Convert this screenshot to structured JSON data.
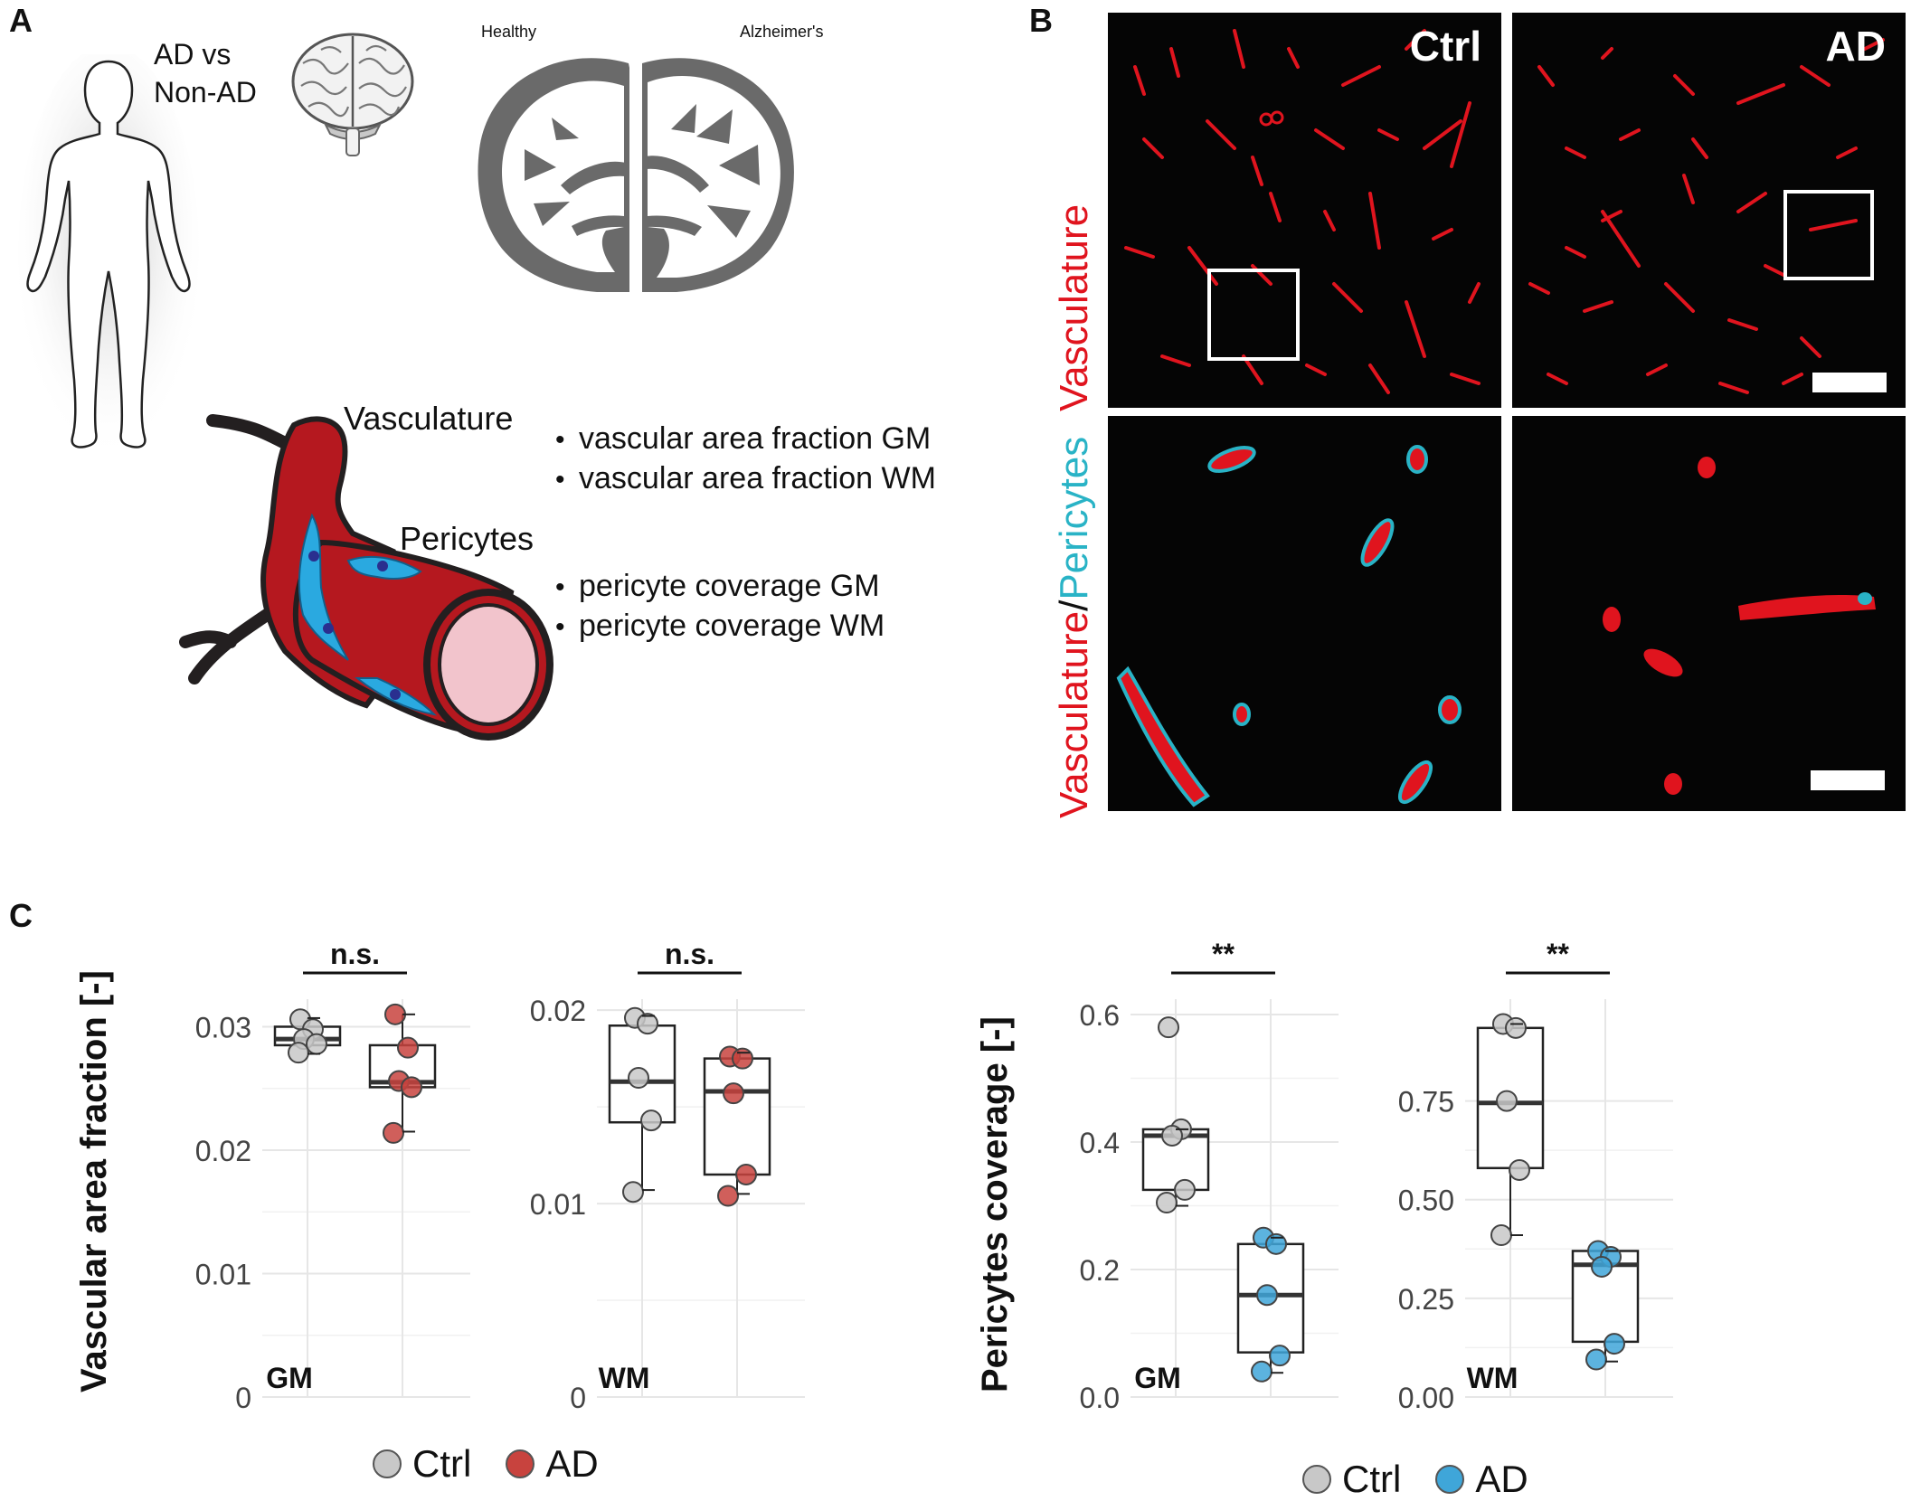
{
  "panel_labels": {
    "a": "A",
    "b": "B",
    "c": "C"
  },
  "panel_a": {
    "comparison_line1": "AD vs",
    "comparison_line2": "Non-AD",
    "brain_healthy": "Healthy",
    "brain_alzheimers": "Alzheimer's",
    "vasculature_label": "Vasculature",
    "pericytes_label": "Pericytes",
    "vascular_measures": [
      "vascular area fraction GM",
      "vascular area fraction WM"
    ],
    "pericyte_measures": [
      "pericyte coverage GM",
      "pericyte coverage WM"
    ],
    "colors": {
      "vessel": "#b5181f",
      "pericyte": "#2aa9e0",
      "lumen": "#f2c4cc",
      "outline": "#231f20"
    }
  },
  "panel_b": {
    "column_labels": [
      "Ctrl",
      "AD"
    ],
    "row_label_top": "Vasculature",
    "row_label_bottom_part1": "Vasculature",
    "row_label_bottom_sep": "/",
    "row_label_bottom_part2": "Pericytes",
    "colors": {
      "vessel": "#e0141e",
      "pericyte": "#29b3c6",
      "background": "#050505"
    }
  },
  "panel_c": {
    "colors": {
      "ctrl": "#c8c8c8",
      "ad_vascular": "#c8433e",
      "ad_pericyte": "#3fa6d9"
    },
    "legend_vascular": [
      {
        "label": "Ctrl",
        "color": "#c8c8c8"
      },
      {
        "label": "AD",
        "color": "#c8433e"
      }
    ],
    "legend_pericyte": [
      {
        "label": "Ctrl",
        "color": "#c8c8c8"
      },
      {
        "label": "AD",
        "color": "#3fa6d9"
      }
    ]
  },
  "chart_data": [
    {
      "type": "box",
      "ylabel": "Vascular area fraction [-]",
      "xlabel": "GM",
      "significance": "n.s.",
      "ylim": [
        0,
        0.0315
      ],
      "yticks": [
        0,
        0.01,
        0.02,
        0.03
      ],
      "ytick_labels": [
        "0",
        "0.01",
        "0.02",
        "0.03"
      ],
      "groups": [
        {
          "name": "Ctrl",
          "box": {
            "min": 0.0278,
            "q1": 0.0285,
            "median": 0.029,
            "q3": 0.03,
            "max": 0.0307
          },
          "points": [
            0.0306,
            0.0298,
            0.029,
            0.0286,
            0.0279
          ]
        },
        {
          "name": "AD",
          "box": {
            "min": 0.0215,
            "q1": 0.0251,
            "median": 0.0255,
            "q3": 0.0285,
            "max": 0.031
          },
          "points": [
            0.031,
            0.0283,
            0.0256,
            0.0251,
            0.0214
          ]
        }
      ]
    },
    {
      "type": "box",
      "xlabel": "WM",
      "significance": "n.s.",
      "ylim": [
        0,
        0.0201
      ],
      "yticks": [
        0,
        0.01,
        0.02
      ],
      "ytick_labels": [
        "0",
        "0.01",
        "0.02"
      ],
      "groups": [
        {
          "name": "Ctrl",
          "box": {
            "min": 0.0107,
            "q1": 0.0142,
            "median": 0.0163,
            "q3": 0.0192,
            "max": 0.0197
          },
          "points": [
            0.0196,
            0.0193,
            0.0165,
            0.0143,
            0.0106
          ]
        },
        {
          "name": "AD",
          "box": {
            "min": 0.0105,
            "q1": 0.0115,
            "median": 0.0158,
            "q3": 0.0175,
            "max": 0.0178
          },
          "points": [
            0.0176,
            0.0175,
            0.0157,
            0.0115,
            0.0104
          ]
        }
      ]
    },
    {
      "type": "box",
      "ylabel": "Pericytes coverage [-]",
      "xlabel": "GM",
      "significance": "**",
      "ylim": [
        0,
        0.61
      ],
      "yticks": [
        0.0,
        0.2,
        0.4,
        0.6
      ],
      "ytick_labels": [
        "0.0",
        "0.2",
        "0.4",
        "0.6"
      ],
      "groups": [
        {
          "name": "Ctrl",
          "box": {
            "min": 0.3,
            "q1": 0.325,
            "median": 0.41,
            "q3": 0.42,
            "max": 0.42
          },
          "points": [
            0.58,
            0.42,
            0.41,
            0.325,
            0.305
          ]
        },
        {
          "name": "AD",
          "box": {
            "min": 0.038,
            "q1": 0.07,
            "median": 0.16,
            "q3": 0.24,
            "max": 0.25
          },
          "points": [
            0.25,
            0.24,
            0.16,
            0.065,
            0.04
          ]
        }
      ]
    },
    {
      "type": "box",
      "xlabel": "WM",
      "significance": "**",
      "ylim": [
        0,
        0.985
      ],
      "yticks": [
        0.0,
        0.25,
        0.5,
        0.75
      ],
      "ytick_labels": [
        "0.00",
        "0.25",
        "0.50",
        "0.75"
      ],
      "groups": [
        {
          "name": "Ctrl",
          "box": {
            "min": 0.41,
            "q1": 0.58,
            "median": 0.745,
            "q3": 0.935,
            "max": 0.945
          },
          "points": [
            0.945,
            0.935,
            0.75,
            0.575,
            0.41
          ]
        },
        {
          "name": "AD",
          "box": {
            "min": 0.09,
            "q1": 0.14,
            "median": 0.335,
            "q3": 0.37,
            "max": 0.37
          },
          "points": [
            0.37,
            0.355,
            0.33,
            0.135,
            0.095
          ]
        }
      ]
    }
  ]
}
